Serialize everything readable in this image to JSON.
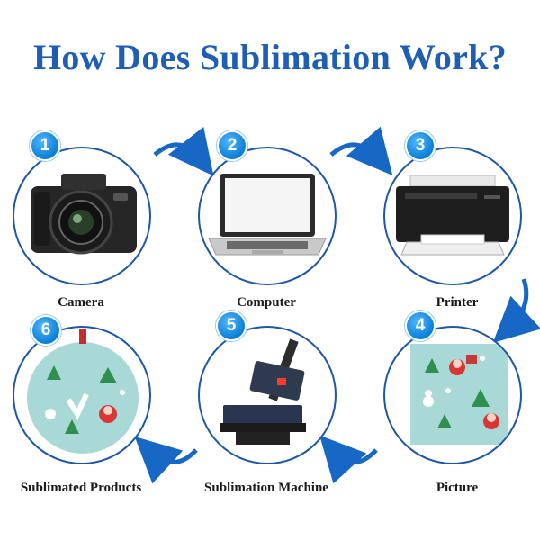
{
  "title": "How Does Sublimation Work?",
  "steps": [
    {
      "number": "1",
      "label": "Camera"
    },
    {
      "number": "2",
      "label": "Computer"
    },
    {
      "number": "3",
      "label": "Printer"
    },
    {
      "number": "4",
      "label": "Picture"
    },
    {
      "number": "5",
      "label": "Sublimation Machine"
    },
    {
      "number": "6",
      "label": "Sublimated Products"
    }
  ],
  "colors": {
    "title": "#1f5fb3",
    "circle_border": "#1e57a8",
    "badge": "#0a7fd6",
    "arrow": "#1767c4"
  }
}
